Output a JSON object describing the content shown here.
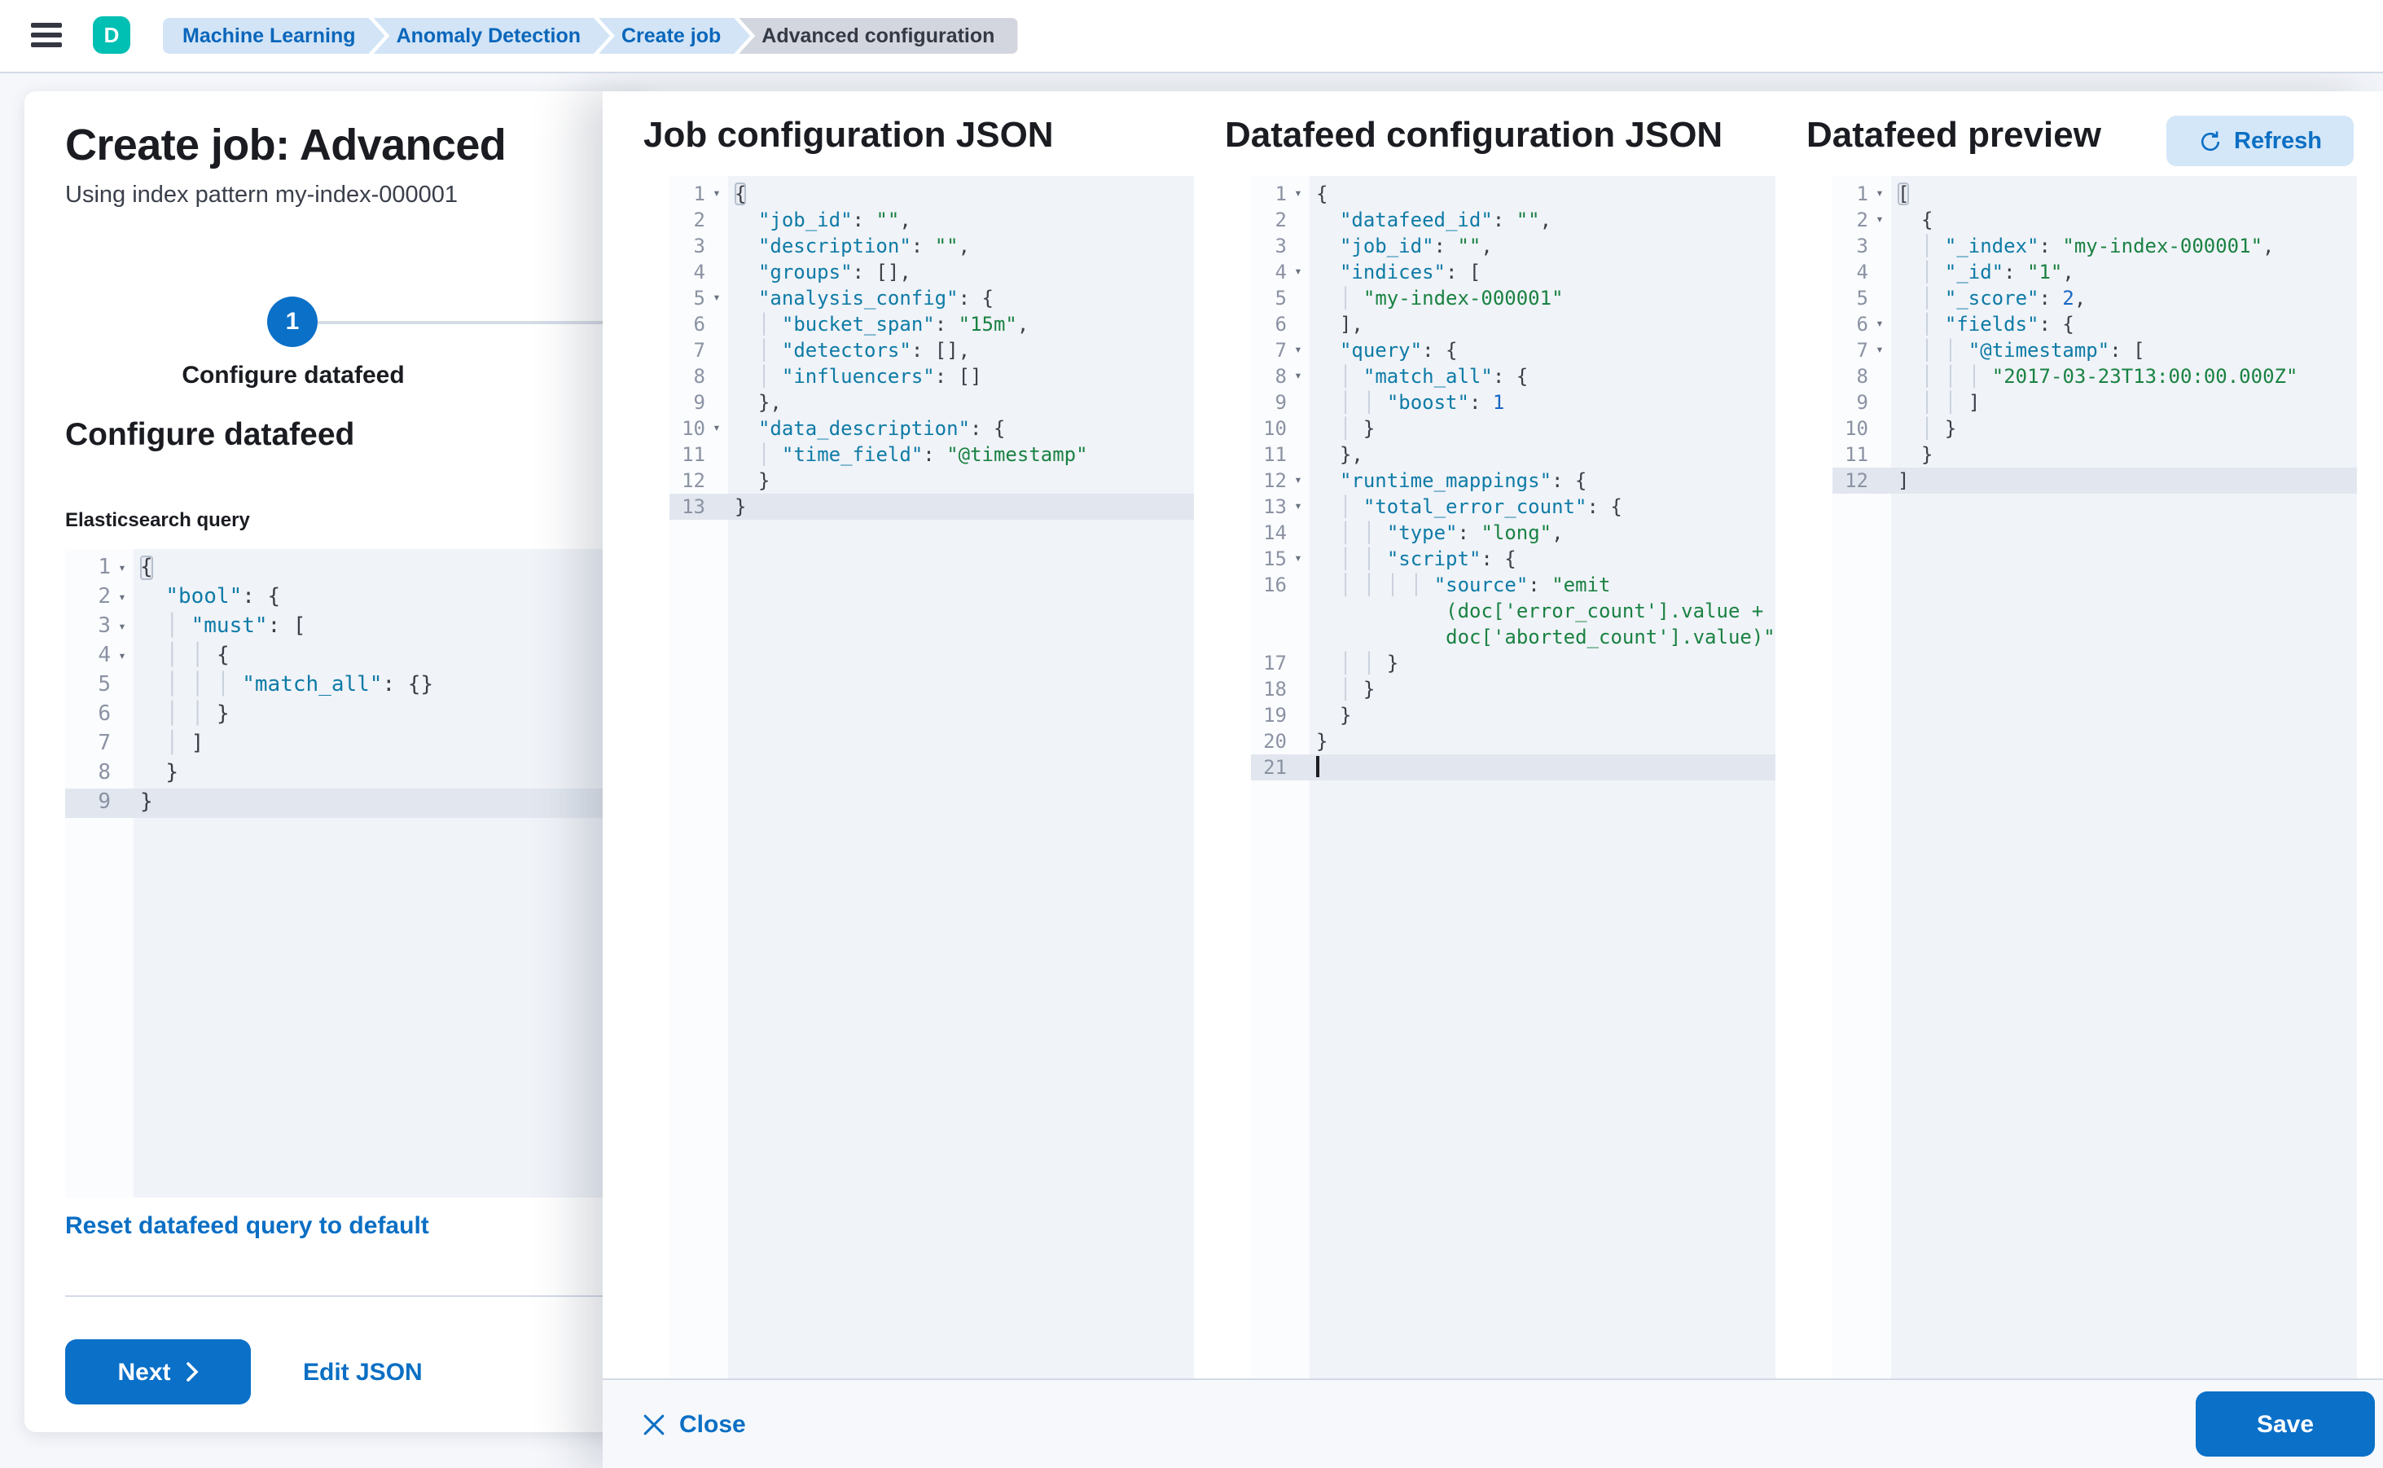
{
  "topbar": {
    "avatar_initial": "D",
    "breadcrumbs": [
      {
        "label": "Machine Learning",
        "current": false
      },
      {
        "label": "Anomaly Detection",
        "current": false
      },
      {
        "label": "Create job",
        "current": false
      },
      {
        "label": "Advanced configuration",
        "current": true
      }
    ]
  },
  "wizard": {
    "title": "Create job: Advanced",
    "subtitle": "Using index pattern my-index-000001",
    "step_number": "1",
    "step_label": "Configure datafeed",
    "section_heading": "Configure datafeed",
    "query_label": "Elasticsearch query",
    "reset_link": "Reset datafeed query to default",
    "next_label": "Next",
    "edit_json_label": "Edit JSON"
  },
  "flyout": {
    "panels": [
      {
        "title": "Job configuration JSON"
      },
      {
        "title": "Datafeed configuration JSON"
      },
      {
        "title": "Datafeed preview",
        "refresh_label": "Refresh"
      }
    ],
    "close_label": "Close",
    "save_label": "Save"
  },
  "colors": {
    "primary": "#0b70c8",
    "link": "#0b6fc4",
    "avatar_bg": "#00bfb3",
    "breadcrumb_bg": "#d2e4f6",
    "breadcrumb_text": "#0a66bb",
    "breadcrumb_current_bg": "#d3d6de",
    "code_key": "#0e7ba6",
    "code_string": "#1a8242",
    "code_number": "#1766c5",
    "code_punct": "#3b3e46",
    "editor_bg": "#f0f3f8",
    "gutter_bg": "#fbfcfe",
    "active_line_bg": "#e2e7ef"
  },
  "editors": {
    "query": {
      "gutter": 42,
      "lines": [
        {
          "n": 1,
          "f": true,
          "segs": [
            [
              "b",
              "{"
            ]
          ]
        },
        {
          "n": 2,
          "f": true,
          "i": 2,
          "segs": [
            [
              "k",
              "\"bool\""
            ],
            [
              "p",
              ": {"
            ]
          ]
        },
        {
          "n": 3,
          "f": true,
          "i": 4,
          "segs": [
            [
              "k",
              "\"must\""
            ],
            [
              "p",
              ": ["
            ]
          ]
        },
        {
          "n": 4,
          "f": true,
          "i": 6,
          "segs": [
            [
              "p",
              "{"
            ]
          ]
        },
        {
          "n": 5,
          "i": 8,
          "segs": [
            [
              "k",
              "\"match_all\""
            ],
            [
              "p",
              ": {}"
            ]
          ]
        },
        {
          "n": 6,
          "i": 6,
          "segs": [
            [
              "p",
              "}"
            ]
          ]
        },
        {
          "n": 7,
          "i": 4,
          "segs": [
            [
              "p",
              "]"
            ]
          ]
        },
        {
          "n": 8,
          "i": 2,
          "segs": [
            [
              "p",
              "}"
            ]
          ]
        },
        {
          "n": 9,
          "a": true,
          "segs": [
            [
              "p",
              "}"
            ]
          ]
        }
      ]
    },
    "job": {
      "gutter": 36,
      "lines": [
        {
          "n": 1,
          "f": true,
          "segs": [
            [
              "b",
              "{"
            ]
          ]
        },
        {
          "n": 2,
          "i": 2,
          "segs": [
            [
              "k",
              "\"job_id\""
            ],
            [
              "p",
              ": "
            ],
            [
              "s",
              "\"\""
            ],
            [
              "p",
              ","
            ]
          ]
        },
        {
          "n": 3,
          "i": 2,
          "segs": [
            [
              "k",
              "\"description\""
            ],
            [
              "p",
              ": "
            ],
            [
              "s",
              "\"\""
            ],
            [
              "p",
              ","
            ]
          ]
        },
        {
          "n": 4,
          "i": 2,
          "segs": [
            [
              "k",
              "\"groups\""
            ],
            [
              "p",
              ": [],"
            ]
          ]
        },
        {
          "n": 5,
          "f": true,
          "i": 2,
          "segs": [
            [
              "k",
              "\"analysis_config\""
            ],
            [
              "p",
              ": {"
            ]
          ]
        },
        {
          "n": 6,
          "i": 4,
          "segs": [
            [
              "k",
              "\"bucket_span\""
            ],
            [
              "p",
              ": "
            ],
            [
              "s",
              "\"15m\""
            ],
            [
              "p",
              ","
            ]
          ]
        },
        {
          "n": 7,
          "i": 4,
          "segs": [
            [
              "k",
              "\"detectors\""
            ],
            [
              "p",
              ": [],"
            ]
          ]
        },
        {
          "n": 8,
          "i": 4,
          "segs": [
            [
              "k",
              "\"influencers\""
            ],
            [
              "p",
              ": []"
            ]
          ]
        },
        {
          "n": 9,
          "i": 2,
          "segs": [
            [
              "p",
              "},"
            ]
          ]
        },
        {
          "n": 10,
          "f": true,
          "i": 2,
          "segs": [
            [
              "k",
              "\"data_description\""
            ],
            [
              "p",
              ": {"
            ]
          ]
        },
        {
          "n": 11,
          "i": 4,
          "segs": [
            [
              "k",
              "\"time_field\""
            ],
            [
              "p",
              ": "
            ],
            [
              "s",
              "\"@timestamp\""
            ]
          ]
        },
        {
          "n": 12,
          "i": 2,
          "segs": [
            [
              "p",
              "}"
            ]
          ]
        },
        {
          "n": 13,
          "a": true,
          "segs": [
            [
              "p",
              "}"
            ]
          ]
        }
      ]
    },
    "datafeed": {
      "gutter": 36,
      "lines": [
        {
          "n": 1,
          "f": true,
          "segs": [
            [
              "p",
              "{"
            ]
          ]
        },
        {
          "n": 2,
          "i": 2,
          "segs": [
            [
              "k",
              "\"datafeed_id\""
            ],
            [
              "p",
              ": "
            ],
            [
              "s",
              "\"\""
            ],
            [
              "p",
              ","
            ]
          ]
        },
        {
          "n": 3,
          "i": 2,
          "segs": [
            [
              "k",
              "\"job_id\""
            ],
            [
              "p",
              ": "
            ],
            [
              "s",
              "\"\""
            ],
            [
              "p",
              ","
            ]
          ]
        },
        {
          "n": 4,
          "f": true,
          "i": 2,
          "segs": [
            [
              "k",
              "\"indices\""
            ],
            [
              "p",
              ": ["
            ]
          ]
        },
        {
          "n": 5,
          "i": 4,
          "segs": [
            [
              "s",
              "\"my-index-000001\""
            ]
          ]
        },
        {
          "n": 6,
          "i": 2,
          "segs": [
            [
              "p",
              "],"
            ]
          ]
        },
        {
          "n": 7,
          "f": true,
          "i": 2,
          "segs": [
            [
              "k",
              "\"query\""
            ],
            [
              "p",
              ": {"
            ]
          ]
        },
        {
          "n": 8,
          "f": true,
          "i": 4,
          "segs": [
            [
              "k",
              "\"match_all\""
            ],
            [
              "p",
              ": {"
            ]
          ]
        },
        {
          "n": 9,
          "i": 6,
          "segs": [
            [
              "k",
              "\"boost\""
            ],
            [
              "p",
              ": "
            ],
            [
              "n",
              "1"
            ]
          ]
        },
        {
          "n": 10,
          "i": 4,
          "segs": [
            [
              "p",
              "}"
            ]
          ]
        },
        {
          "n": 11,
          "i": 2,
          "segs": [
            [
              "p",
              "},"
            ]
          ]
        },
        {
          "n": 12,
          "f": true,
          "i": 2,
          "segs": [
            [
              "k",
              "\"runtime_mappings\""
            ],
            [
              "p",
              ": {"
            ]
          ]
        },
        {
          "n": 13,
          "f": true,
          "i": 4,
          "segs": [
            [
              "k",
              "\"total_error_count\""
            ],
            [
              "p",
              ": {"
            ]
          ]
        },
        {
          "n": 14,
          "i": 6,
          "segs": [
            [
              "k",
              "\"type\""
            ],
            [
              "p",
              ": "
            ],
            [
              "s",
              "\"long\""
            ],
            [
              "p",
              ","
            ]
          ]
        },
        {
          "n": 15,
          "f": true,
          "i": 6,
          "segs": [
            [
              "k",
              "\"script\""
            ],
            [
              "p",
              ": {"
            ]
          ]
        },
        {
          "n": 16,
          "i": 10,
          "segs": [
            [
              "k",
              "\"source\""
            ],
            [
              "p",
              ": "
            ],
            [
              "s",
              "\"emit"
            ]
          ]
        },
        {
          "c": true,
          "i": 11,
          "segs": [
            [
              "s",
              "(doc['error_count'].value +"
            ]
          ]
        },
        {
          "c": true,
          "i": 11,
          "segs": [
            [
              "s",
              "doc['aborted_count'].value)\""
            ]
          ]
        },
        {
          "n": 17,
          "i": 6,
          "segs": [
            [
              "p",
              "}"
            ]
          ]
        },
        {
          "n": 18,
          "i": 4,
          "segs": [
            [
              "p",
              "}"
            ]
          ]
        },
        {
          "n": 19,
          "i": 2,
          "segs": [
            [
              "p",
              "}"
            ]
          ]
        },
        {
          "n": 20,
          "segs": [
            [
              "p",
              "}"
            ]
          ]
        },
        {
          "n": 21,
          "a": true,
          "segs": [
            [
              "cur",
              ""
            ]
          ]
        }
      ]
    },
    "preview": {
      "gutter": 36,
      "lines": [
        {
          "n": 1,
          "f": true,
          "segs": [
            [
              "b",
              "["
            ]
          ]
        },
        {
          "n": 2,
          "f": true,
          "i": 2,
          "segs": [
            [
              "p",
              "{"
            ]
          ]
        },
        {
          "n": 3,
          "i": 4,
          "segs": [
            [
              "k",
              "\"_index\""
            ],
            [
              "p",
              ": "
            ],
            [
              "s",
              "\"my-index-000001\""
            ],
            [
              "p",
              ","
            ]
          ]
        },
        {
          "n": 4,
          "i": 4,
          "segs": [
            [
              "k",
              "\"_id\""
            ],
            [
              "p",
              ": "
            ],
            [
              "s",
              "\"1\""
            ],
            [
              "p",
              ","
            ]
          ]
        },
        {
          "n": 5,
          "i": 4,
          "segs": [
            [
              "k",
              "\"_score\""
            ],
            [
              "p",
              ": "
            ],
            [
              "n",
              "2"
            ],
            [
              "p",
              ","
            ]
          ]
        },
        {
          "n": 6,
          "f": true,
          "i": 4,
          "segs": [
            [
              "k",
              "\"fields\""
            ],
            [
              "p",
              ": {"
            ]
          ]
        },
        {
          "n": 7,
          "f": true,
          "i": 6,
          "segs": [
            [
              "k",
              "\"@timestamp\""
            ],
            [
              "p",
              ": ["
            ]
          ]
        },
        {
          "n": 8,
          "i": 8,
          "segs": [
            [
              "s",
              "\"2017-03-23T13:00:00.000Z\""
            ]
          ]
        },
        {
          "n": 9,
          "i": 6,
          "segs": [
            [
              "p",
              "]"
            ]
          ]
        },
        {
          "n": 10,
          "i": 4,
          "segs": [
            [
              "p",
              "}"
            ]
          ]
        },
        {
          "n": 11,
          "i": 2,
          "segs": [
            [
              "p",
              "}"
            ]
          ]
        },
        {
          "n": 12,
          "a": true,
          "segs": [
            [
              "p",
              "]"
            ]
          ]
        }
      ]
    }
  }
}
